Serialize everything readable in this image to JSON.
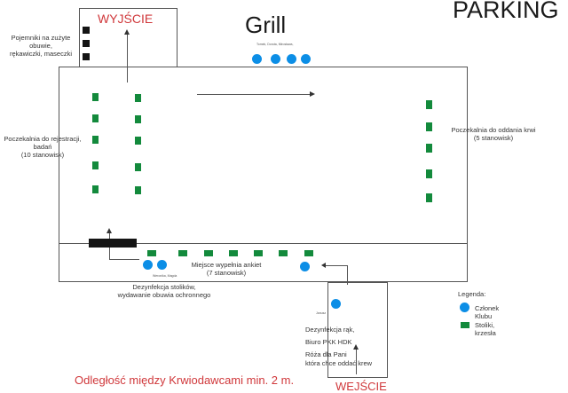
{
  "labels": {
    "parking": "PARKING",
    "grill": "Grill",
    "grill_staff": "Tomek, Dorota, Mirosława,",
    "exit": "WYJŚCIE",
    "entrance": "WEJŚCIE",
    "bins": "Pojemniki na zużyte obuwie, rękawiczki, maseczki",
    "bins_line1": "Pojemniki na zużyte obuwie,",
    "bins_line2": "rękawiczki, maseczki",
    "registration_line1": "Poczekalnia do rejestracji,",
    "registration_line2": "badań",
    "registration_line3": "(10 stanowisk)",
    "donation_line1": "Poczekalnia do oddania krwi",
    "donation_line2": "(5 stanowisk)",
    "survey_line1": "Miejsce wypełnia ankiet",
    "survey_line2": "(7 stanowisk)",
    "survey_staff": "Weronika, Magda",
    "disinfection_line1": "Dezynfekcja stolików,",
    "disinfection_line2": "wydawanie obuwia ochronnego",
    "entrance_staff": "Janusz",
    "entrance_line1": "Dezynfekcja rąk,",
    "entrance_line2": "Biuro PKK HDK",
    "entrance_line3": "Róża dla Pani",
    "entrance_line4": "która chce oddać krew",
    "distance_note": "Odległość między Krwiodawcami min. 2 m."
  },
  "legend": {
    "title": "Legenda:",
    "items": [
      {
        "symbol": "blue-circle",
        "label": "Członek Klubu"
      },
      {
        "symbol": "green-square",
        "label": "Stoliki, krzesła"
      }
    ]
  },
  "counts": {
    "registration_seats": 10,
    "donation_seats": 5,
    "survey_seats": 7,
    "grill_members": 4,
    "bins": 3
  },
  "colors": {
    "member": "#0c8ee6",
    "table": "#138a3c",
    "exit_entrance_text": "#d0383b",
    "bin": "#141414"
  }
}
